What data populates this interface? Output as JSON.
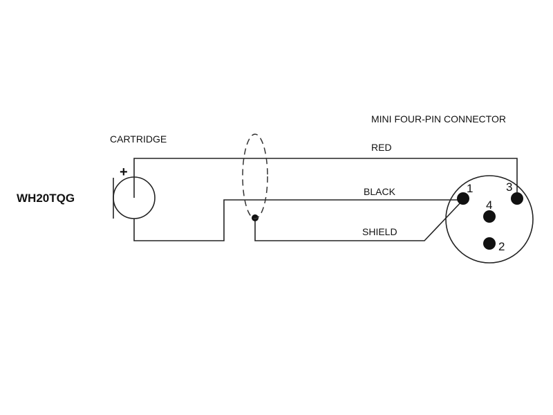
{
  "model": "WH20TQG",
  "labels": {
    "cartridge": "CARTRIDGE",
    "connector": "MINI FOUR-PIN CONNECTOR",
    "polarity": "+"
  },
  "wires": [
    {
      "name": "RED",
      "to_pin": "3"
    },
    {
      "name": "BLACK",
      "to_pin": "1"
    },
    {
      "name": "SHIELD",
      "to_pin": "1"
    }
  ],
  "pins": [
    "1",
    "2",
    "3",
    "4"
  ],
  "colors": {
    "line": "#222222",
    "text": "#111111",
    "background": "#ffffff"
  }
}
